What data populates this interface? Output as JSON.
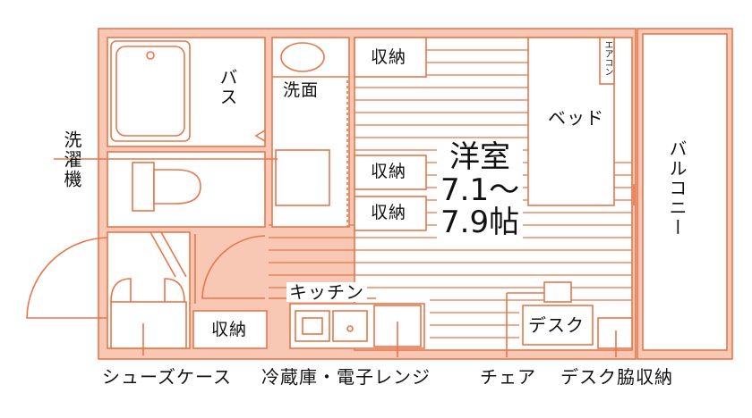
{
  "colors": {
    "wall": "#F9C8B4",
    "line": "#E8764A",
    "room": "#FFFFFF"
  },
  "labels": {
    "bath": "バス",
    "washroom": "洗面",
    "washing_machine": "洗濯機",
    "storage_top": "収納",
    "storage_mid1": "収納",
    "storage_mid2": "収納",
    "storage_bottom": "収納",
    "western_room": "洋室",
    "room_size_line1": "7.1〜",
    "room_size_line2": "7.9帖",
    "bed": "ベッド",
    "aircon": "エアコン",
    "balcony": "バルコニー",
    "kitchen": "キッチン",
    "desk": "デスク",
    "shoe_case": "シューズケース",
    "fridge_microwave": "冷蔵庫・電子レンジ",
    "chair": "チェア",
    "desk_side_storage": "デスク脇収納"
  }
}
